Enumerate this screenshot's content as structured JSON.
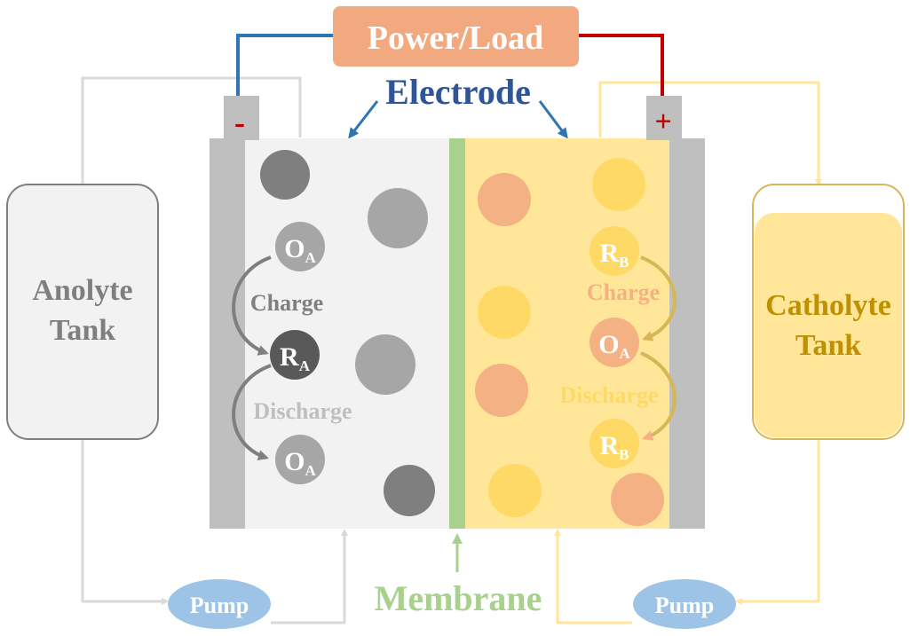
{
  "power": {
    "label": "Power/Load"
  },
  "electrode": {
    "label": "Electrode"
  },
  "membrane": {
    "label": "Membrane"
  },
  "terminals": {
    "negative": "-",
    "positive": "+"
  },
  "tanks": {
    "anolyte": {
      "line1": "Anolyte",
      "line2": "Tank"
    },
    "catholyte": {
      "line1": "Catholyte",
      "line2": "Tank"
    }
  },
  "pumps": {
    "left": "Pump",
    "right": "Pump"
  },
  "anode_side": {
    "top_species": {
      "base": "O",
      "sub": "A"
    },
    "mid_species": {
      "base": "R",
      "sub": "A"
    },
    "bottom_species": {
      "base": "O",
      "sub": "A"
    },
    "charge_label": "Charge",
    "discharge_label": "Discharge"
  },
  "cathode_side": {
    "top_species": {
      "base": "R",
      "sub": "B"
    },
    "mid_species": {
      "base": "O",
      "sub": "A"
    },
    "bottom_species": {
      "base": "R",
      "sub": "B"
    },
    "charge_label": "Charge",
    "discharge_label": "Discharge"
  },
  "colors": {
    "power_box": "#f2a97f",
    "wire_negative": "#2e75b6",
    "wire_positive": "#c00000",
    "electrode_label": "#2f5597",
    "membrane": "#a9d18e",
    "anolyte_fluid": "#f2f2f2",
    "catholyte_fluid": "#ffe699",
    "pump": "#9dc3e6",
    "anolyte_text": "#7f7f7f",
    "catholyte_text": "#bf9000"
  }
}
